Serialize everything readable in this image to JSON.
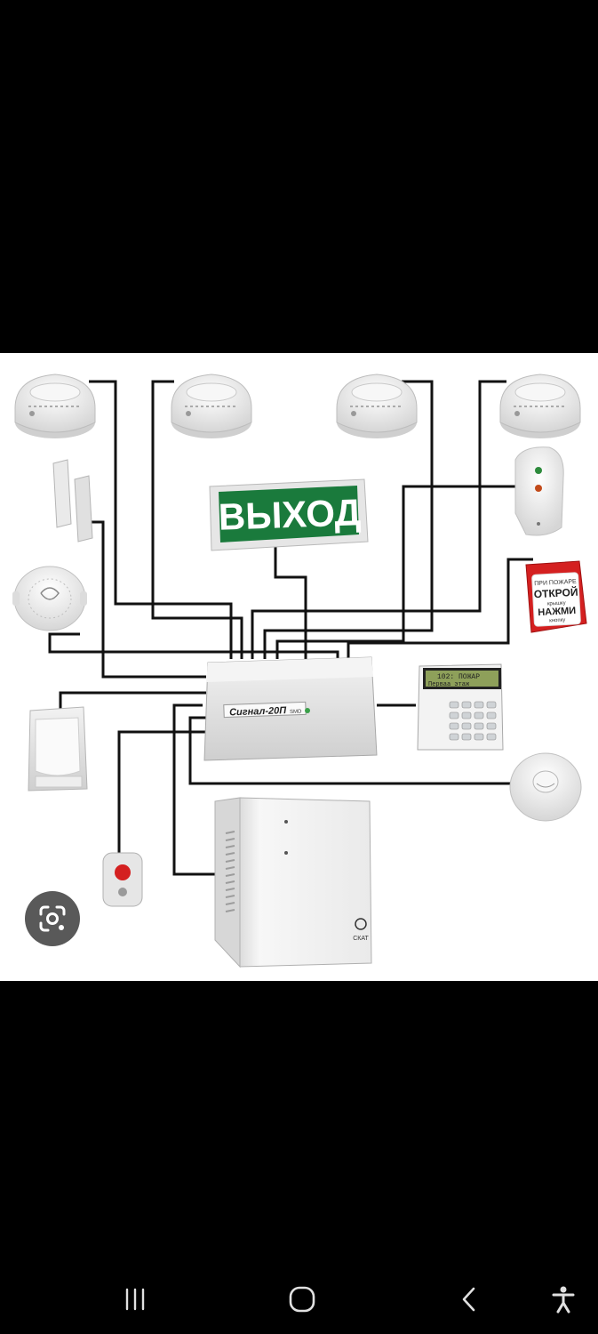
{
  "status_bar": {},
  "diagram": {
    "exit_sign_text": "ВЫХОД",
    "panel_label": "Сигнал-20П",
    "panel_label_suffix": "SMD",
    "keypad_line1": "102: ПОЖАР",
    "keypad_line2": "Перваа этаж",
    "call_point_line1": "ПРИ ПОЖАРЕ",
    "call_point_line2": "ОТКРОЙ",
    "call_point_line3": "крышку",
    "call_point_line4": "НАЖМИ",
    "call_point_line5": "кнопку",
    "psu_brand": "СКАТ"
  },
  "icons": {
    "lens": "google-lens-icon",
    "recents": "recents-icon",
    "home": "home-icon",
    "back": "back-icon",
    "accessibility": "accessibility-icon"
  },
  "colors": {
    "background": "#000000",
    "image_background": "#ffffff",
    "wire": "#111111",
    "exit_green": "#1a7a3c",
    "call_point_red": "#d42020",
    "nav_icon": "#e0e0e0"
  }
}
